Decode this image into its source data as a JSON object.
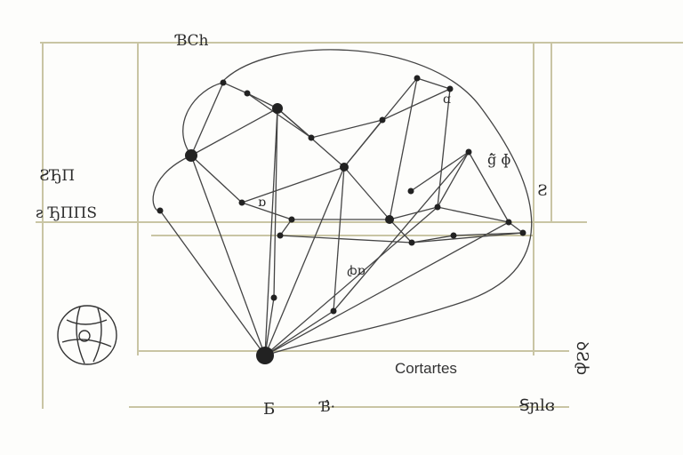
{
  "diagram": {
    "center_label": "Cortartes",
    "labels": {
      "top": "ƁCh",
      "left_upper": "ƧЂΠ",
      "left_lower": "ƨ ЂΠΠЅ",
      "right_upper": "ĝ̃ ɸ",
      "right_mid": "Ƨ",
      "right_vertical": "ꝺƧꞗ",
      "bottom_left": "Ƃ",
      "bottom_mid": "Ɓ̂·",
      "bottom_right": "Ꞩɲlɞ",
      "node_a": "ɑ",
      "node_b": "ɒ",
      "node_c": "ꞗɒ"
    },
    "colors": {
      "grid": "#c9c5a4",
      "edge": "#444444",
      "node": "#222222"
    }
  }
}
